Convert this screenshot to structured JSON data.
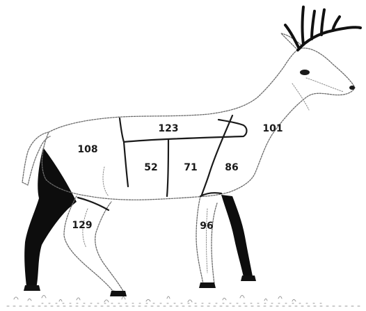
{
  "diagram": {
    "subject": "deer",
    "regions": [
      {
        "id": "back",
        "label": "123"
      },
      {
        "id": "neck",
        "label": "101"
      },
      {
        "id": "hindquarter",
        "label": "108"
      },
      {
        "id": "flank-rear",
        "label": "52"
      },
      {
        "id": "flank-mid",
        "label": "71"
      },
      {
        "id": "shoulder",
        "label": "86"
      },
      {
        "id": "hind-leg",
        "label": "129"
      },
      {
        "id": "foreleg",
        "label": "96"
      }
    ]
  }
}
